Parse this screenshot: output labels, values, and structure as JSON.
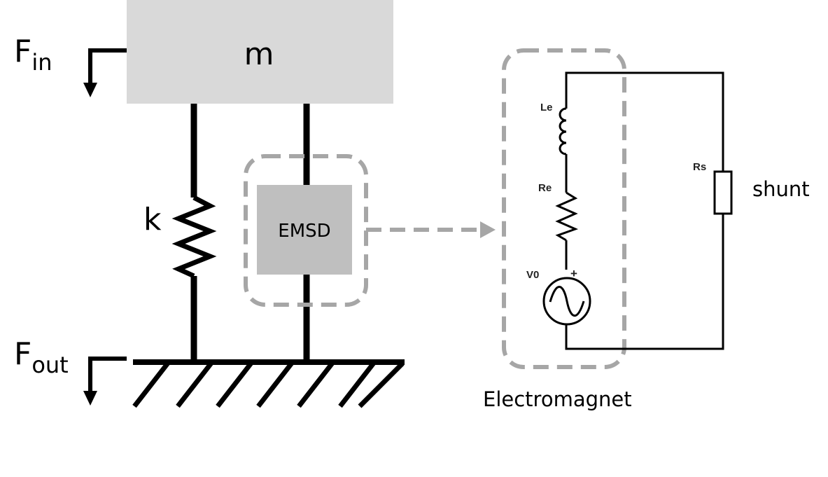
{
  "mechanical": {
    "mass_label": "m",
    "spring_label": "k",
    "damper_label": "EMSD",
    "force_in": {
      "base": "F",
      "subscript": "in"
    },
    "force_out": {
      "base": "F",
      "subscript": "out"
    }
  },
  "circuit": {
    "inductor_label": "Le",
    "resistor_label": "Re",
    "source_label": "V0",
    "source_polarity": "+",
    "shunt_resistor_label": "Rs",
    "shunt_label": "shunt",
    "group_label": "Electromagnet"
  },
  "colors": {
    "mass_fill": "#d9d9d9",
    "emsd_fill": "#bfbfbf",
    "dashed_outline": "#a6a6a6",
    "line": "#000000"
  }
}
